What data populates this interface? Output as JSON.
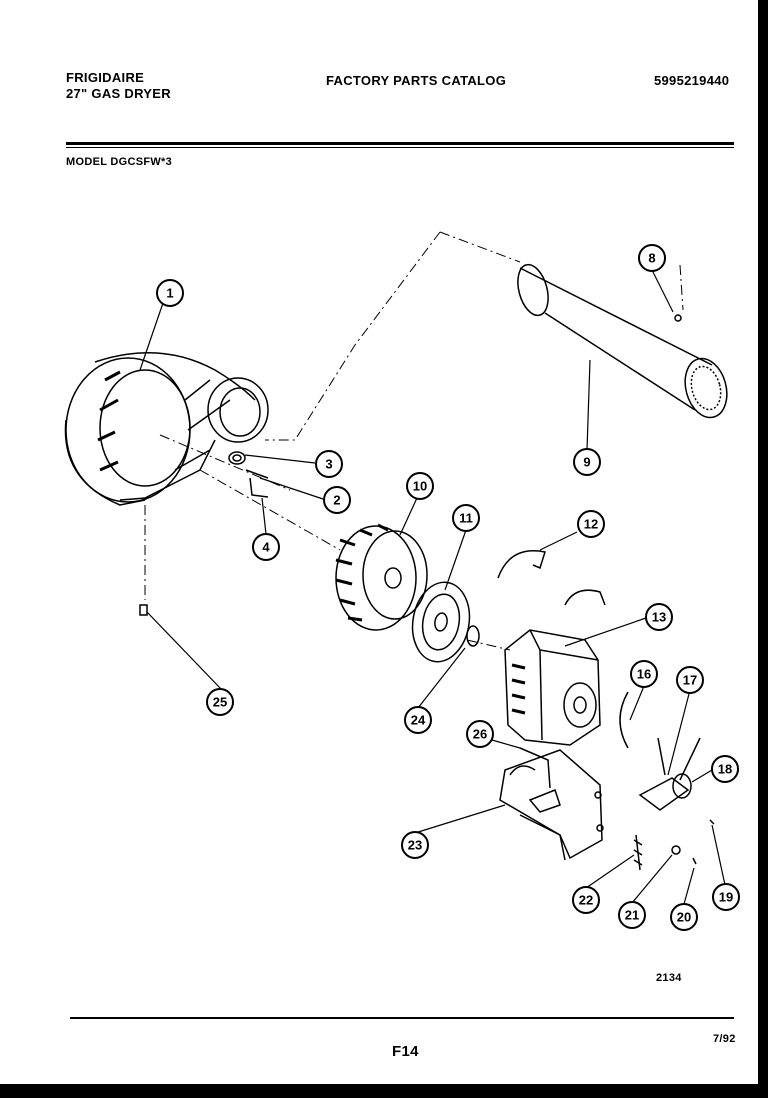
{
  "header": {
    "brand": "FRIGIDAIRE",
    "product": "27\" GAS DRYER",
    "catalog_title": "FACTORY PARTS CATALOG",
    "catalog_number": "5995219440",
    "model": "MODEL DGCSFW*3"
  },
  "callouts": [
    {
      "id": "part-1",
      "label": "1"
    },
    {
      "id": "part-2",
      "label": "2"
    },
    {
      "id": "part-3",
      "label": "3"
    },
    {
      "id": "part-4",
      "label": "4"
    },
    {
      "id": "part-8",
      "label": "8"
    },
    {
      "id": "part-9",
      "label": "9"
    },
    {
      "id": "part-10",
      "label": "10"
    },
    {
      "id": "part-11",
      "label": "11"
    },
    {
      "id": "part-12",
      "label": "12"
    },
    {
      "id": "part-13",
      "label": "13"
    },
    {
      "id": "part-16",
      "label": "16"
    },
    {
      "id": "part-17",
      "label": "17"
    },
    {
      "id": "part-18",
      "label": "18"
    },
    {
      "id": "part-19",
      "label": "19"
    },
    {
      "id": "part-20",
      "label": "20"
    },
    {
      "id": "part-21",
      "label": "21"
    },
    {
      "id": "part-22",
      "label": "22"
    },
    {
      "id": "part-23",
      "label": "23"
    },
    {
      "id": "part-24",
      "label": "24"
    },
    {
      "id": "part-25",
      "label": "25"
    },
    {
      "id": "part-26",
      "label": "26"
    }
  ],
  "footer": {
    "drawing_number": "2134",
    "page_id": "F14",
    "date": "7/92"
  }
}
